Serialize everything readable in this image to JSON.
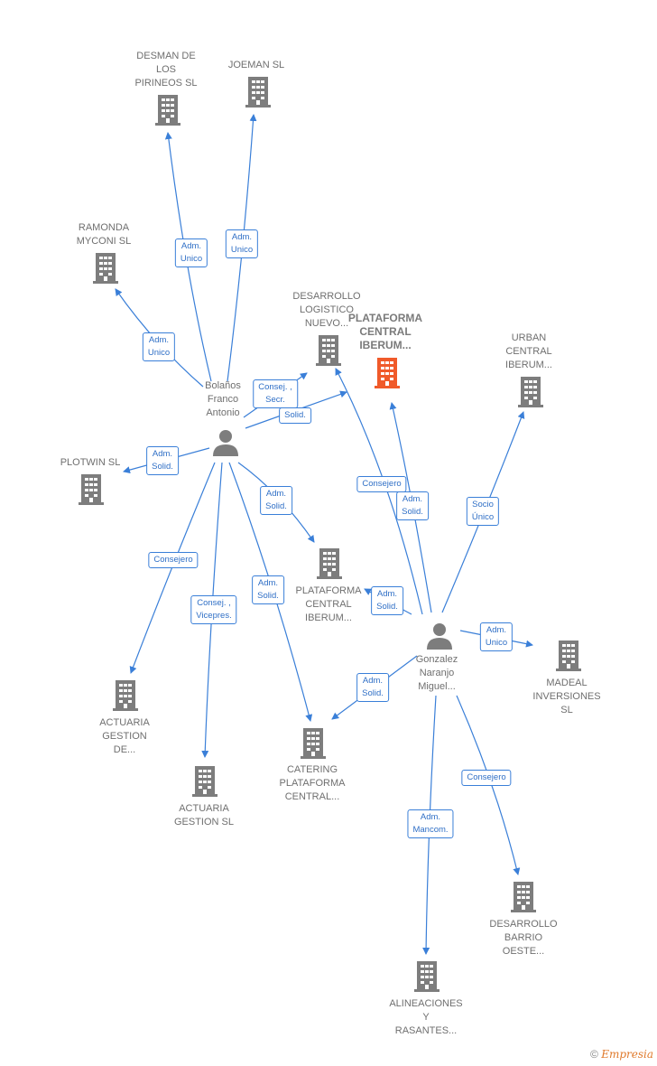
{
  "nodes": {
    "desman": "DESMAN DE\nLOS\nPIRINEOS SL",
    "joeman": "JOEMAN SL",
    "ramonda": "RAMONDA\nMYCONI SL",
    "desarrollo_logistico": "DESARROLLO\nLOGISTICO\nNUEVO...",
    "plataforma_central_main": "PLATAFORMA\nCENTRAL\nIBERUM...",
    "urban": "URBAN\nCENTRAL\nIBERUM...",
    "bolanos": "Bolaños\nFranco\nAntonio",
    "plotwin": "PLOTWIN  SL",
    "plataforma_central_2": "PLATAFORMA\nCENTRAL\nIBERUM...",
    "gonzalez": "Gonzalez\nNaranjo\nMiguel...",
    "madeal": "MADEAL\nINVERSIONES\nSL",
    "actuaria_gestion_de": "ACTUARIA\nGESTION\nDE...",
    "catering": "CATERING\nPLATAFORMA\nCENTRAL...",
    "actuaria_gestion_sl": "ACTUARIA\nGESTION  SL",
    "desarrollo_barrio": "DESARROLLO\nBARRIO\nOESTE...",
    "alineaciones": "ALINEACIONES\nY\nRASANTES..."
  },
  "edge_labels": {
    "bol_desman": "Adm.\nUnico",
    "bol_joeman": "Adm.\nUnico",
    "bol_ramonda": "Adm.\nUnico",
    "bol_deslog_consej": "Consej. ,\nSecr.",
    "bol_deslog_solid": "Solid.",
    "bol_plotwin": "Adm.\nSolid.",
    "bol_plat2": "Adm.\nSolid.",
    "bol_actuaria_de": "Consejero",
    "bol_actuaria_sl": "Consej. ,\nVicepres.",
    "bol_catering": "Adm.\nSolid.",
    "gon_deslog": "Consejero",
    "gon_platmain": "Adm.\nSolid.",
    "gon_urban": "Socio\nÚnico",
    "gon_plat2": "Adm.\nSolid.",
    "gon_madeal": "Adm.\nUnico",
    "gon_catering": "Adm.\nSolid.",
    "gon_barrio": "Consejero",
    "gon_alineaciones": "Adm.\nMancom."
  },
  "footer": {
    "copyright": "©",
    "brand": "Empresia"
  },
  "colors": {
    "edge": "#3a7fd8",
    "building": "#7d7d7d",
    "focus_building": "#f05a2a",
    "person": "#7d7d7d"
  }
}
